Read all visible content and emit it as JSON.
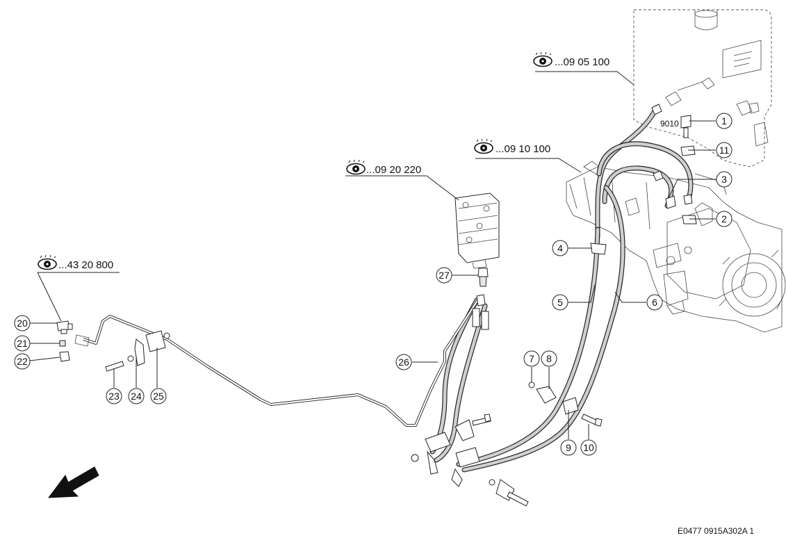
{
  "references": [
    {
      "id": "ref-09-05-100",
      "text": "...09 05 100"
    },
    {
      "id": "ref-09-10-100",
      "text": "...09 10 100"
    },
    {
      "id": "ref-09-20-220",
      "text": "...09 20 220"
    },
    {
      "id": "ref-43-20-800",
      "text": "...43 20 800"
    }
  ],
  "callouts": [
    "1",
    "2",
    "3",
    "4",
    "5",
    "6",
    "7",
    "8",
    "9",
    "10",
    "11",
    "20",
    "21",
    "22",
    "23",
    "24",
    "25",
    "26",
    "27"
  ],
  "port_label": "9010",
  "drawing_code": "E0477 0915A302A 1",
  "icons": {
    "reference": "eye-icon",
    "direction": "direction-arrow-icon"
  }
}
